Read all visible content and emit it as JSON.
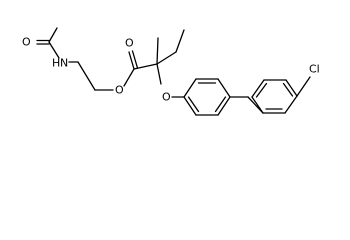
{
  "molecule": {
    "atom_labels": {
      "acetyl_o": "O",
      "amide_n": "N",
      "amide_h": "H",
      "carbonyl_o": "O",
      "ester_o": "O",
      "ether_o": "O",
      "chlorine": "Cl"
    }
  }
}
